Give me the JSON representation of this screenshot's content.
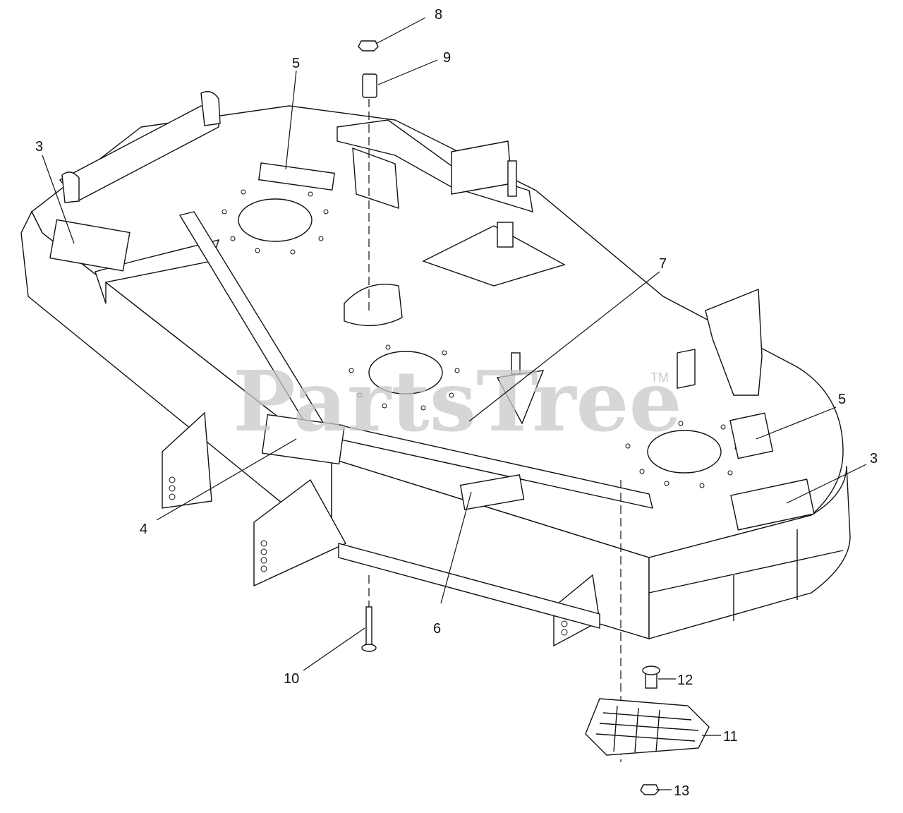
{
  "watermark": {
    "text": "PartsTree",
    "trademark": "TM"
  },
  "callouts": [
    {
      "label": "8"
    },
    {
      "label": "9"
    },
    {
      "label": "5"
    },
    {
      "label": "3"
    },
    {
      "label": "7"
    },
    {
      "label": "5"
    },
    {
      "label": "3"
    },
    {
      "label": "4"
    },
    {
      "label": "6"
    },
    {
      "label": "10"
    },
    {
      "label": "12"
    },
    {
      "label": "11"
    },
    {
      "label": "13"
    }
  ]
}
